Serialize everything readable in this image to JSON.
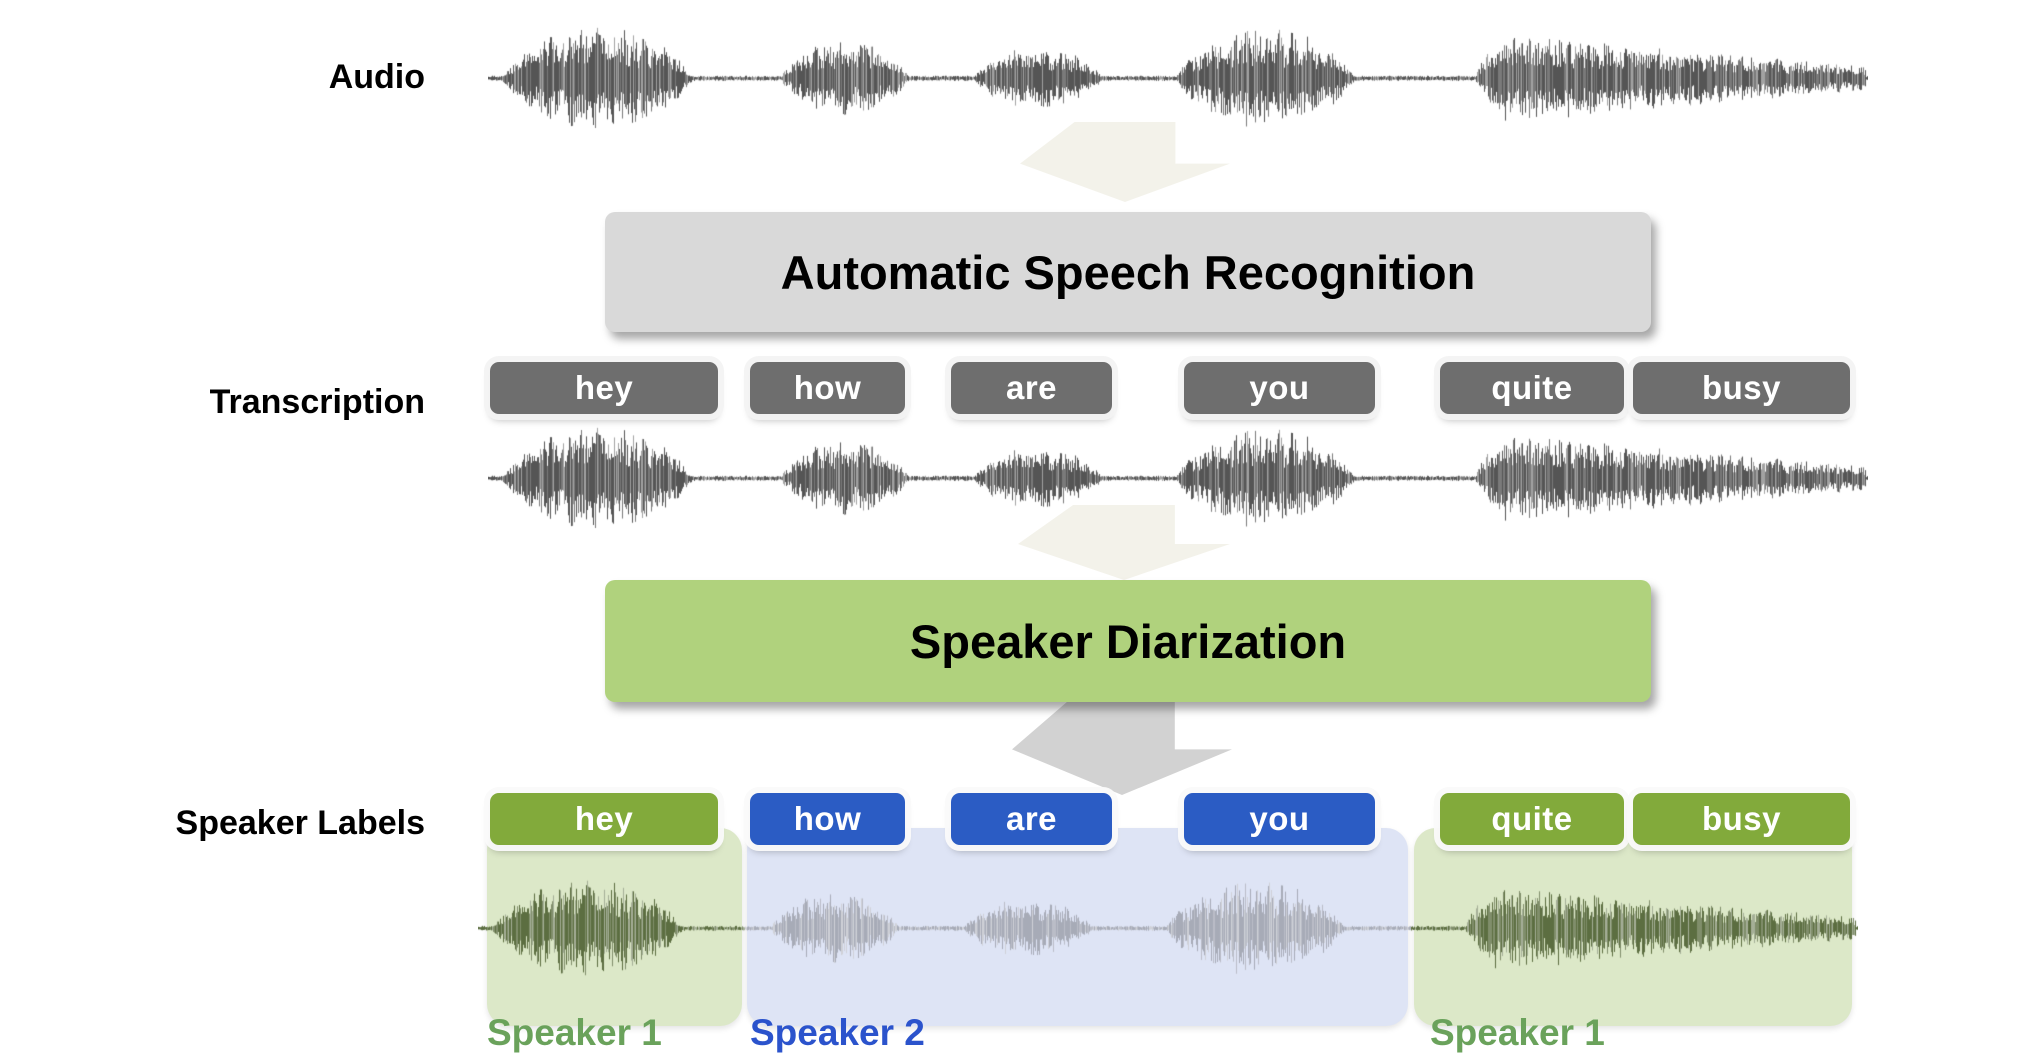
{
  "labels": {
    "audio": "Audio",
    "transcription": "Transcription",
    "speaker_labels": "Speaker Labels"
  },
  "boxes": {
    "asr": "Automatic Speech Recognition",
    "diarization": "Speaker Diarization"
  },
  "transcription_words": [
    "hey",
    "how",
    "are",
    "you",
    "quite",
    "busy"
  ],
  "speaker_words": [
    {
      "text": "hey",
      "speaker": "Speaker 1"
    },
    {
      "text": "how",
      "speaker": "Speaker 2"
    },
    {
      "text": "are",
      "speaker": "Speaker 2"
    },
    {
      "text": "you",
      "speaker": "Speaker 2"
    },
    {
      "text": "quite",
      "speaker": "Speaker 1"
    },
    {
      "text": "busy",
      "speaker": "Speaker 1"
    }
  ],
  "speaker_segments": [
    {
      "label": "Speaker 1",
      "words": [
        "hey"
      ]
    },
    {
      "label": "Speaker 2",
      "words": [
        "how",
        "are",
        "you"
      ]
    },
    {
      "label": "Speaker 1",
      "words": [
        "quite",
        "busy"
      ]
    }
  ],
  "colors": {
    "beige": "#f3f2ea",
    "arrow_gray": "#d2d2d2",
    "asr_gray": "#d9d9d9",
    "sd_green": "#b0d27d",
    "gray_box": "#6e6e6e",
    "green_box": "#82aa3b",
    "blue_box": "#2b5cc4",
    "seg_green": "#dce8c8",
    "seg_blue": "#dee4f5",
    "sp1": "#6aa25b",
    "sp2": "#2b53cc",
    "waveform_gray": "#555555",
    "waveform_olive": "#5c6e41",
    "waveform_blue_gray": "#a7abb7"
  },
  "waveform": {
    "base_noise": 0.045,
    "bursts": [
      {
        "s": 0.01,
        "e": 0.148,
        "a": 1.0,
        "decay": false
      },
      {
        "s": 0.212,
        "e": 0.305,
        "a": 0.72,
        "decay": false
      },
      {
        "s": 0.352,
        "e": 0.445,
        "a": 0.6,
        "decay": false
      },
      {
        "s": 0.498,
        "e": 0.628,
        "a": 0.97,
        "decay": false
      },
      {
        "s": 0.715,
        "e": 0.998,
        "a": 0.88,
        "decay": true
      }
    ]
  }
}
